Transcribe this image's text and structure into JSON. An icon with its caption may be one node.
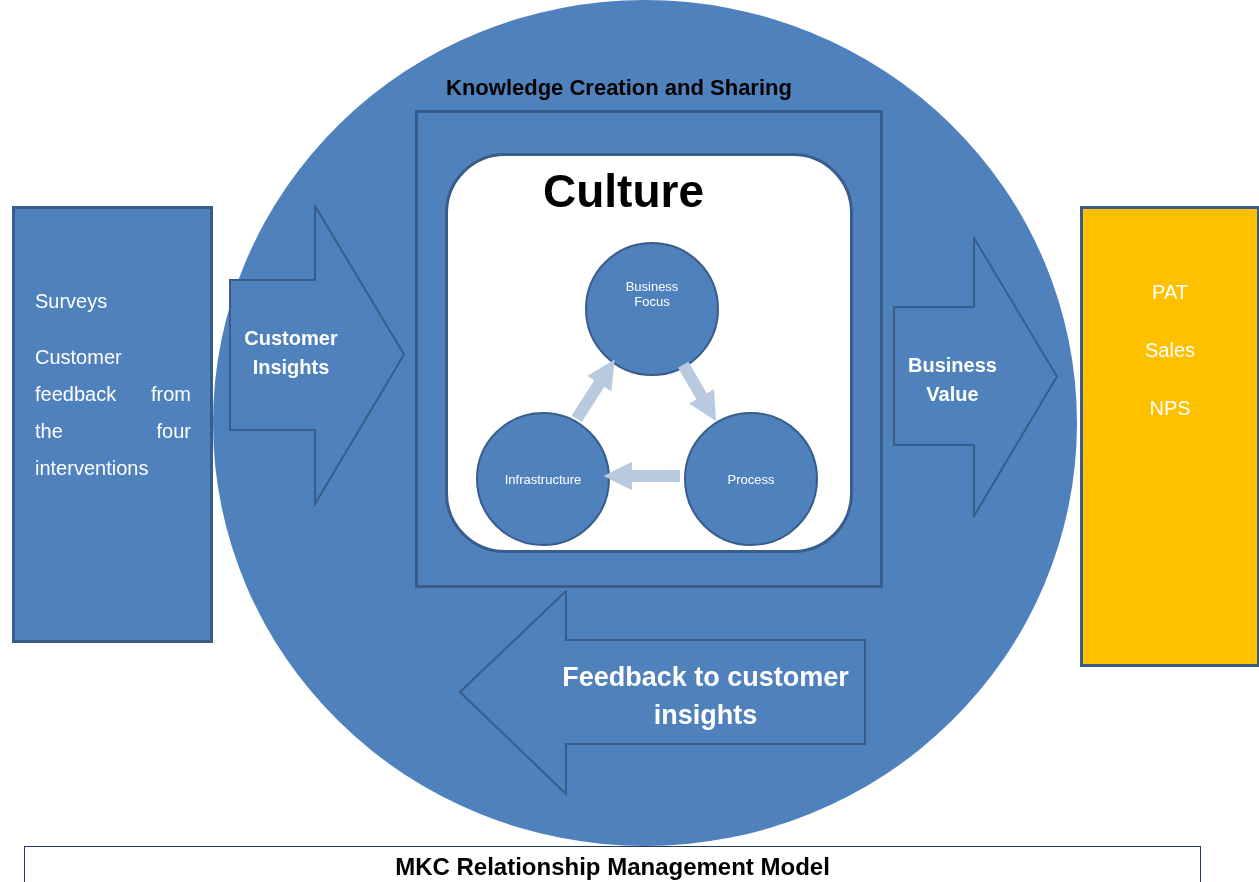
{
  "diagram": {
    "caption": "MKC Relationship Management Model",
    "nodes": [
      {
        "text": [],
        "shape": "circle"
      },
      {
        "text": [
          "Knowledge Creation and Sharing"
        ],
        "in": 0
      },
      {
        "text": [
          "Culture"
        ],
        "in": 1
      },
      {
        "text": [
          "Business Focus"
        ],
        "in": 2
      },
      {
        "text": [
          "Process"
        ],
        "in": 2
      },
      {
        "text": [
          "Infrastructure"
        ],
        "in": 2
      },
      {
        "text": [
          "Surveys",
          "Customer feedback from the four interventions"
        ]
      },
      {
        "text": [
          "Customer Insights"
        ],
        "in": 0
      },
      {
        "text": [
          "Business Value"
        ],
        "in": 0
      },
      {
        "text": [
          "Feedback to customer insights"
        ],
        "in": 0
      },
      {
        "text": [
          "PAT",
          "Sales",
          "NPS"
        ]
      }
    ],
    "edges": [
      {
        "from": 3,
        "to": 4,
        "arrow": "to"
      },
      {
        "from": 4,
        "to": 5,
        "arrow": "to"
      },
      {
        "from": 5,
        "to": 3,
        "arrow": "to"
      }
    ]
  }
}
